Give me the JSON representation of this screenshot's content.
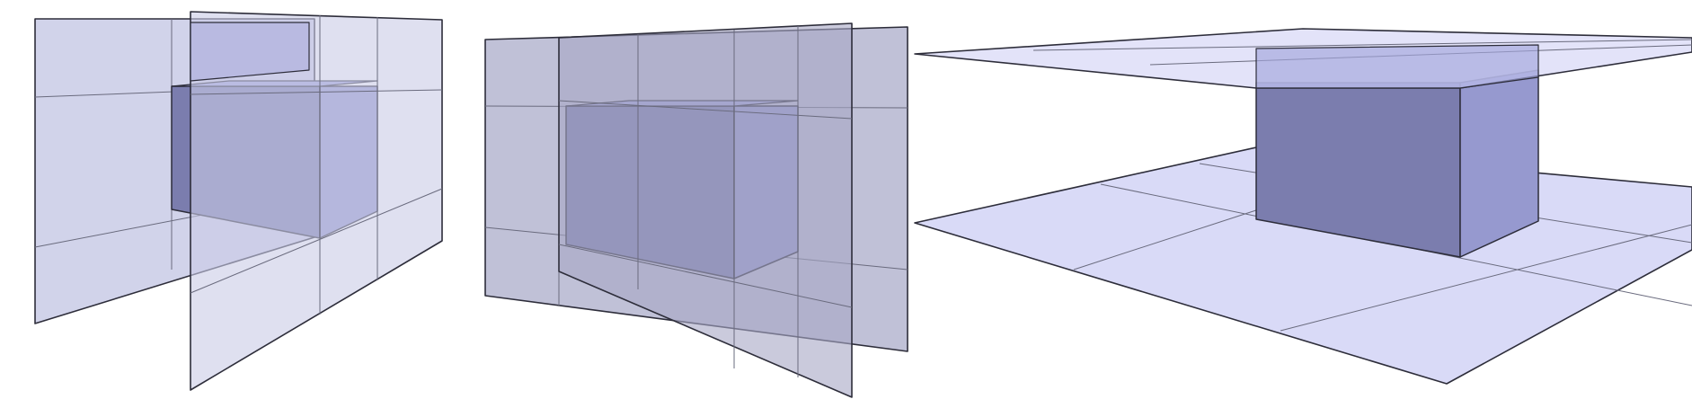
{
  "panels": [
    {
      "name": "two-vertical-planes-box"
    },
    {
      "name": "two-parallel-vertical-planes-box"
    },
    {
      "name": "two-horizontal-planes-box"
    }
  ],
  "colors": {
    "plane_light": "#c9cbe6",
    "plane_gray": "#b9bad3",
    "plane_floor": "#d9daf7",
    "box_front": "#7b7dae",
    "box_side": "#9699cf",
    "box_top": "#a3a6dc",
    "outline": "#2d2d3a",
    "grid_line": "#6a6b7e"
  }
}
